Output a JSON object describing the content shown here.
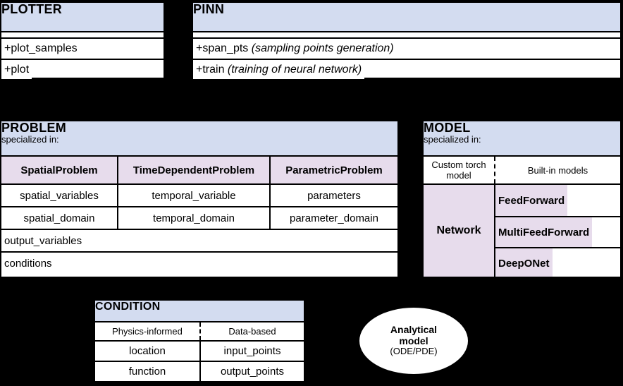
{
  "diagram": {
    "title": "PINA software architecture UML class diagram",
    "colors": {
      "header_blue": "#d3dcf0",
      "lavender": "#e7dcec",
      "background": "#000000",
      "box_fill": "#ffffff",
      "stroke": "#000000"
    }
  },
  "plotter": {
    "title": "PLOTTER",
    "methods": [
      "+plot_samples",
      "+plot"
    ]
  },
  "pinn": {
    "title": "PINN",
    "methods": [
      {
        "name": "+span_pts",
        "note": "(sampling points generation)"
      },
      {
        "name": "+train",
        "note": "(training of neural network)"
      }
    ]
  },
  "problem": {
    "title": "PROBLEM",
    "subtitle": "specialized in:",
    "specializations": [
      "SpatialProblem",
      "TimeDependentProblem",
      "ParametricProblem"
    ],
    "attribute_rows": [
      [
        "spatial_variables",
        "temporal_variable",
        "parameters"
      ],
      [
        "spatial_domain",
        "temporal_domain",
        "parameter_domain"
      ]
    ],
    "shared_attributes": [
      "output_variables",
      "conditions"
    ]
  },
  "model": {
    "title": "MODEL",
    "subtitle": "specialized in:",
    "custom_label": "Custom torch model",
    "builtin_label": "Built-in models",
    "network_label": "Network",
    "builtin_models": [
      "FeedForward",
      "MultiFeedForward",
      "DeepONet"
    ]
  },
  "condition": {
    "title": "CONDITION",
    "kinds": [
      "Physics-informed",
      "Data-based"
    ],
    "attribute_rows": [
      [
        "location",
        "input_points"
      ],
      [
        "function",
        "output_points"
      ]
    ]
  },
  "analytical": {
    "line1": "Analytical",
    "line2": "model",
    "line3": "(ODE/PDE)"
  },
  "connectors": [
    {
      "name": "plotter-to-pinn",
      "kind": "aggregation"
    },
    {
      "name": "pinn-to-problem-model",
      "kind": "composition-fork"
    },
    {
      "name": "problem-to-condition",
      "kind": "aggregation"
    },
    {
      "name": "analytical-to-condition",
      "kind": "dependency-arrow"
    }
  ]
}
